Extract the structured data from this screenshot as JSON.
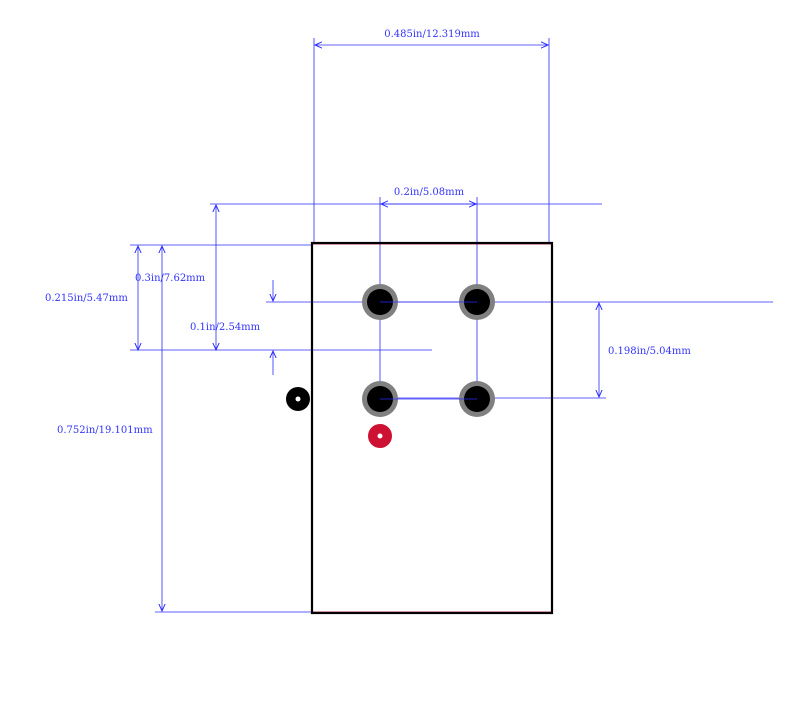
{
  "dimensions": {
    "overall_width": "0.485in/12.319mm",
    "pin_pitch_x": "0.2in/5.08mm",
    "top_to_row2": "0.3in/7.62mm",
    "top_to_row1": "0.215in/5.47mm",
    "row1_offset": "0.1in/2.54mm",
    "row_pitch_y": "0.198in/5.04mm",
    "overall_height": "0.752in/19.101mm"
  },
  "colors": {
    "dimension": "#3333ff",
    "outline": "#000000",
    "pad_ring": "#808080",
    "pad_hole": "#000000",
    "pin1_marker": "#cc1133",
    "orientation_marker": "#000000"
  }
}
